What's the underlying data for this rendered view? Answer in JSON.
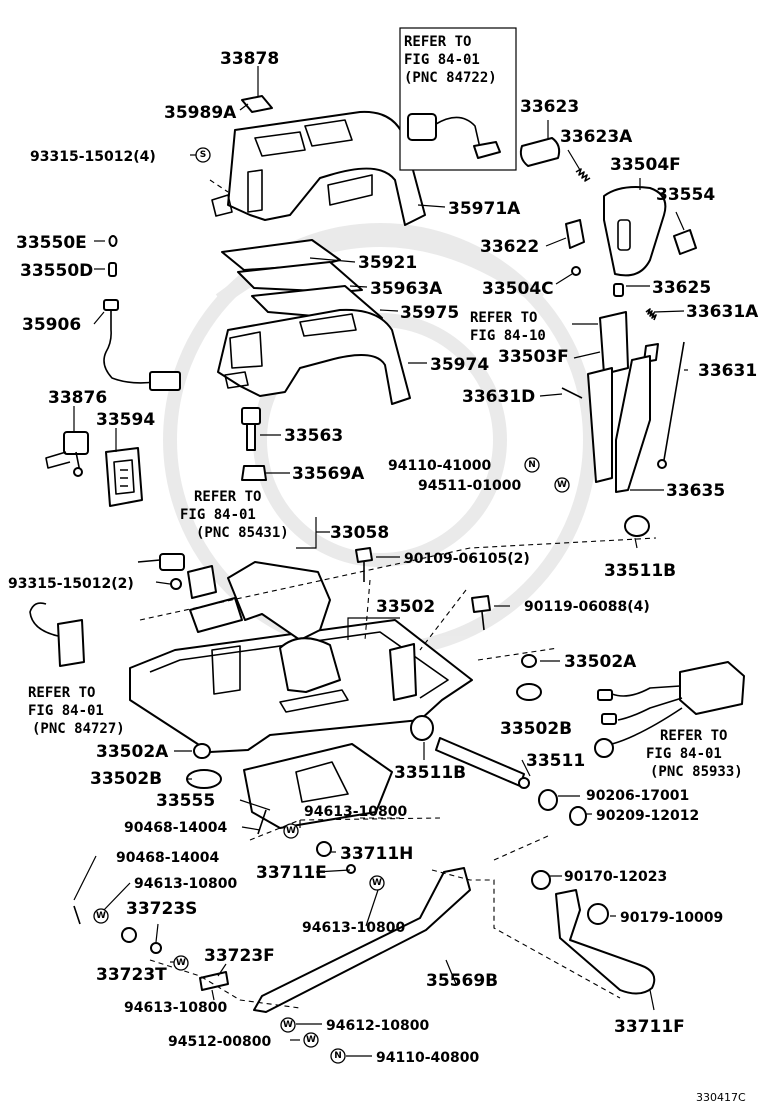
{
  "figure_id": "330417C",
  "badge_letters": {
    "w": "W",
    "n": "N",
    "s": "S"
  },
  "refs": [
    {
      "l1": "REFER TO",
      "l2": "FIG 84-01",
      "l3": "(PNC 84722)"
    },
    {
      "l1": "REFER TO",
      "l2": "FIG 84-10"
    },
    {
      "l1": "REFER TO",
      "l2": "FIG 84-01",
      "l3": "(PNC 85431)"
    },
    {
      "l1": "REFER TO",
      "l2": "FIG 84-01",
      "l3": "(PNC 84727)"
    },
    {
      "l1": "REFER TO",
      "l2": "FIG 84-01",
      "l3": "(PNC 85933)"
    }
  ],
  "labels": {
    "p33878": "33878",
    "p35989a": "35989A",
    "p93315_4": "93315-15012(4)",
    "p35971a": "35971A",
    "p33550e": "33550E",
    "p33550d": "33550D",
    "p35921": "35921",
    "p35963a": "35963A",
    "p35906": "35906",
    "p35975": "35975",
    "p35974": "35974",
    "p33876": "33876",
    "p33594": "33594",
    "p33563": "33563",
    "p33569a": "33569A",
    "p33058": "33058",
    "p93315_2": "93315-15012(2)",
    "p33623": "33623",
    "p33623a": "33623A",
    "p33504f": "33504F",
    "p33554": "33554",
    "p33622": "33622",
    "p33504c": "33504C",
    "p33625": "33625",
    "p33631a": "33631A",
    "p33503f": "33503F",
    "p33631": "33631",
    "p33631d": "33631D",
    "p94110_41000": "94110-41000",
    "p94511_01000": "94511-01000",
    "p33635": "33635",
    "p33511b_top": "33511B",
    "p90109": "90109-06105(2)",
    "p33502": "33502",
    "p90119": "90119-06088(4)",
    "p33502a_r": "33502A",
    "p33502b_r": "33502B",
    "p33502a_l": "33502A",
    "p33502b_l": "33502B",
    "p33511b_mid": "33511B",
    "p33511": "33511",
    "p33555": "33555",
    "p90468_a": "90468-14004",
    "p94613_a": "94613-10800",
    "p90206": "90206-17001",
    "p90209": "90209-12012",
    "p90468_b": "90468-14004",
    "p94613_b": "94613-10800",
    "p33711h": "33711H",
    "p33711e": "33711E",
    "p33723s": "33723S",
    "p94613_c": "94613-10800",
    "p90170": "90170-12023",
    "p90179": "90179-10009",
    "p33723f": "33723F",
    "p33723t": "33723T",
    "p35569b": "35569B",
    "p94613_d": "94613-10800",
    "p94612": "94612-10800",
    "p94512": "94512-00800",
    "p94110_40800": "94110-40800",
    "p33711f": "33711F"
  }
}
